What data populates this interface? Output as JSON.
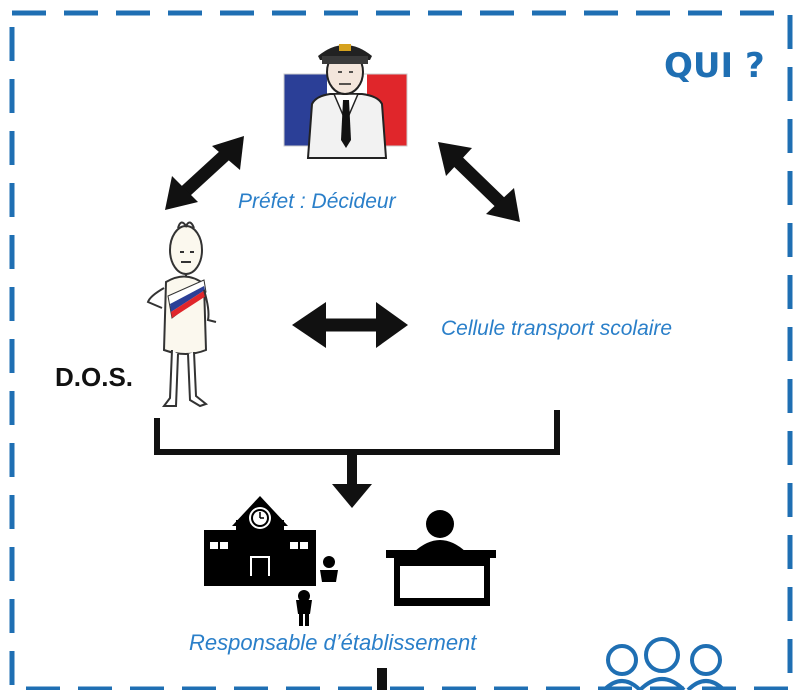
{
  "header": {
    "title": "QUI ?"
  },
  "roles": {
    "prefet": "Préfet : Décideur",
    "cellule": "Cellule transport scolaire",
    "dos": "D.O.S.",
    "responsable": "Responsable d’établissement"
  },
  "colors": {
    "frame": "#1f6fb3",
    "label_blue": "#2a7fc9",
    "arrow": "#111111",
    "flag_blue": "#2b3f97",
    "flag_red": "#e0262b"
  },
  "icons": {
    "prefet": "prefect-official-icon",
    "dos": "mayor-with-sash-icon",
    "school": "school-building-icon",
    "desk": "person-at-desk-icon",
    "group": "people-group-icon"
  }
}
